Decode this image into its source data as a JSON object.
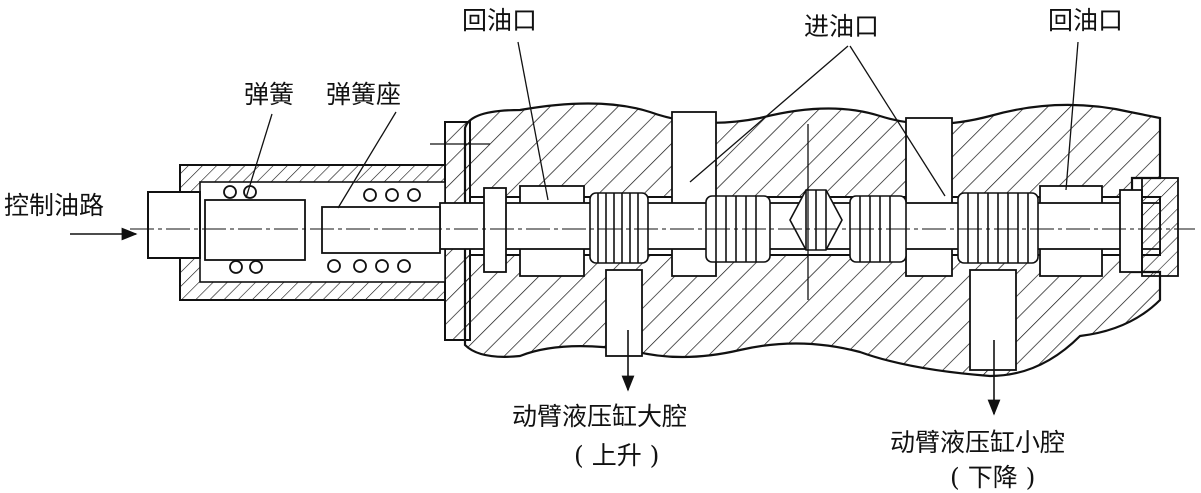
{
  "labels": {
    "return_port_left": "回油口",
    "inlet_port": "进油口",
    "return_port_right": "回油口",
    "spring": "弹簧",
    "spring_seat": "弹簧座",
    "control_line": "控制油路",
    "boom_large_chamber": "动臂液压缸大腔",
    "boom_large_chamber_sub": "( 上升 )",
    "boom_small_chamber": "动臂液压缸小腔",
    "boom_small_chamber_sub": "( 下降 )"
  },
  "colors": {
    "ink": "#111111",
    "background": "#ffffff"
  }
}
